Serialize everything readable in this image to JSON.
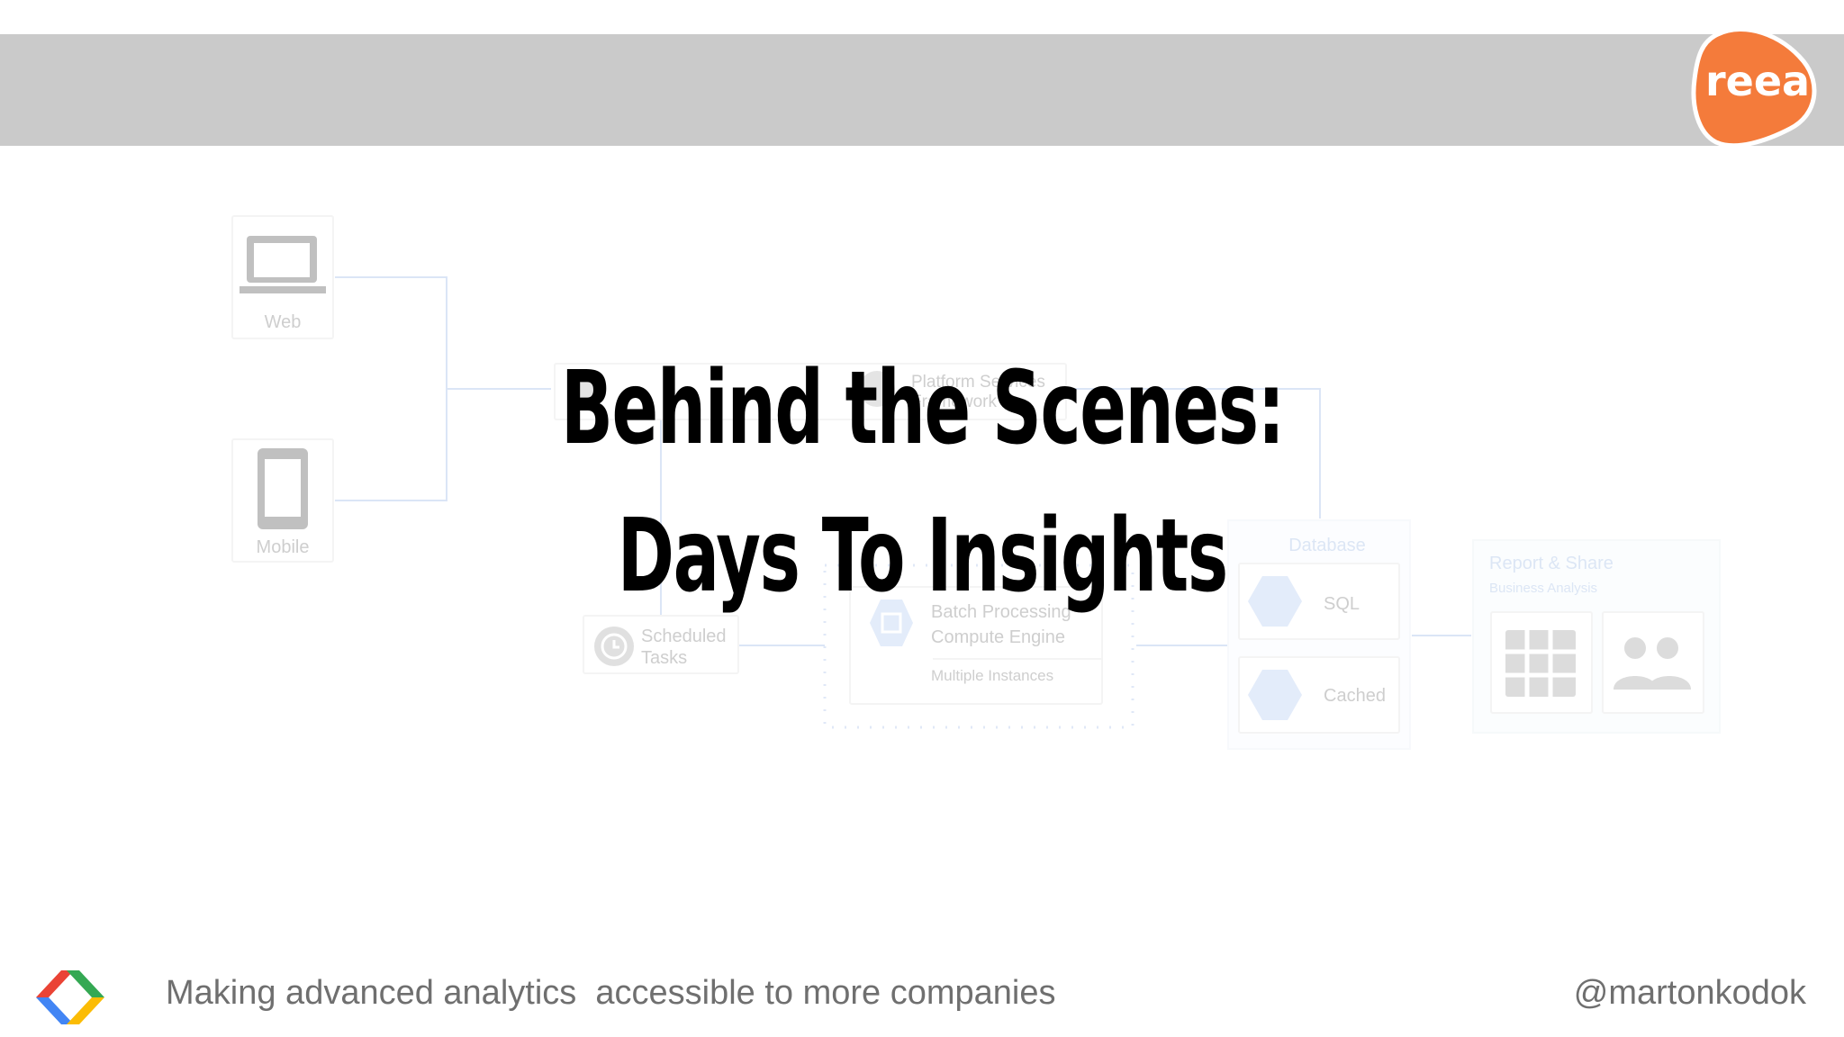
{
  "brand": {
    "logo_text": "reea",
    "logo_color": "#f47b3b"
  },
  "title": {
    "line1": "Behind the Scenes:",
    "line2": "Days To Insights"
  },
  "diagram": {
    "web_label": "Web",
    "mobile_label": "Mobile",
    "platform_label_1": "Platform Services",
    "platform_label_2": "Framework",
    "scheduled_label_1": "Scheduled",
    "scheduled_label_2": "Tasks",
    "batch_label_1": "Batch Processing",
    "batch_label_2": "Compute Engine",
    "batch_label_3": "Multiple Instances",
    "database_label": "Database",
    "sql_label": "SQL",
    "cached_label": "Cached",
    "report_label": "Report & Share",
    "report_sublabel": "Business Analysis"
  },
  "footer": {
    "tagline": "Making advanced analytics  accessible to more companies",
    "handle": "@martonkodok"
  },
  "colors": {
    "band": "#cacaca",
    "connector": "#c8d8f2",
    "icon_blue": "#a7c2ef",
    "footer_text": "#6f6f6f",
    "gdg_blue": "#4285f4",
    "gdg_red": "#ea4335",
    "gdg_yellow": "#fbbc05",
    "gdg_green": "#34a853"
  }
}
